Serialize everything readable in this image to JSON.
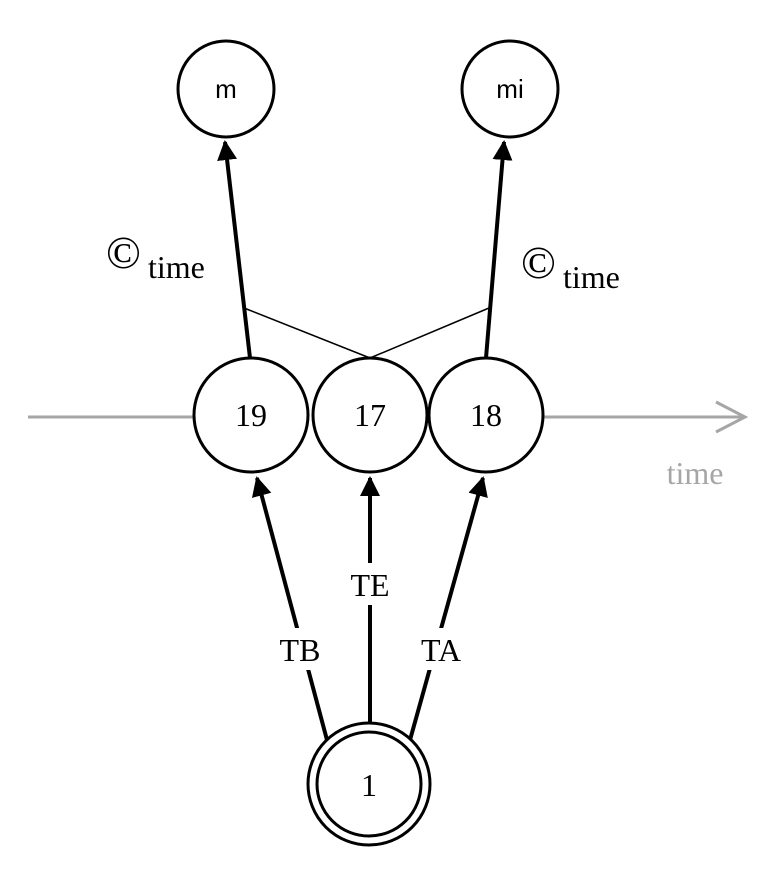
{
  "nodes": {
    "top_left": "m",
    "top_right": "mi",
    "mid_left": "19",
    "mid_center": "17",
    "mid_right": "18",
    "bottom": "1"
  },
  "edges": {
    "left_lower": "TB",
    "center_lower": "TE",
    "right_lower": "TA",
    "left_upper_symbol": "©",
    "left_upper_sub": "time",
    "right_upper_symbol": "©",
    "right_upper_sub": "time"
  },
  "axis": {
    "label": "time"
  },
  "colors": {
    "ink": "#000000",
    "axis": "#a6a6a6",
    "background": "#ffffff"
  }
}
